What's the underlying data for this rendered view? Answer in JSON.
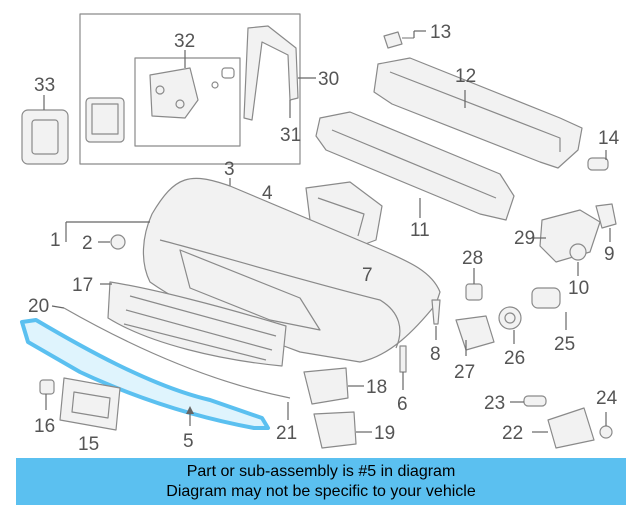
{
  "callouts": [
    {
      "id": "1",
      "text": "1"
    },
    {
      "id": "2",
      "text": "2"
    },
    {
      "id": "3",
      "text": "3"
    },
    {
      "id": "4",
      "text": "4"
    },
    {
      "id": "5",
      "text": "5"
    },
    {
      "id": "6",
      "text": "6"
    },
    {
      "id": "7",
      "text": "7"
    },
    {
      "id": "8",
      "text": "8"
    },
    {
      "id": "9",
      "text": "9"
    },
    {
      "id": "10",
      "text": "10"
    },
    {
      "id": "11",
      "text": "11"
    },
    {
      "id": "12",
      "text": "12"
    },
    {
      "id": "13",
      "text": "13"
    },
    {
      "id": "14",
      "text": "14"
    },
    {
      "id": "15",
      "text": "15"
    },
    {
      "id": "16",
      "text": "16"
    },
    {
      "id": "17",
      "text": "17"
    },
    {
      "id": "18",
      "text": "18"
    },
    {
      "id": "19",
      "text": "19"
    },
    {
      "id": "20",
      "text": "20"
    },
    {
      "id": "21",
      "text": "21"
    },
    {
      "id": "22",
      "text": "22"
    },
    {
      "id": "23",
      "text": "23"
    },
    {
      "id": "24",
      "text": "24"
    },
    {
      "id": "25",
      "text": "25"
    },
    {
      "id": "26",
      "text": "26"
    },
    {
      "id": "27",
      "text": "27"
    },
    {
      "id": "28",
      "text": "28"
    },
    {
      "id": "29",
      "text": "29"
    },
    {
      "id": "30",
      "text": "30"
    },
    {
      "id": "31",
      "text": "31"
    },
    {
      "id": "32",
      "text": "32"
    },
    {
      "id": "33",
      "text": "33"
    }
  ],
  "highlight_part": "5",
  "highlight_color": "#5bc0f0",
  "caption": {
    "line1": "Part or sub-assembly is #5 in diagram",
    "line2": "Diagram may not be specific to your vehicle"
  }
}
